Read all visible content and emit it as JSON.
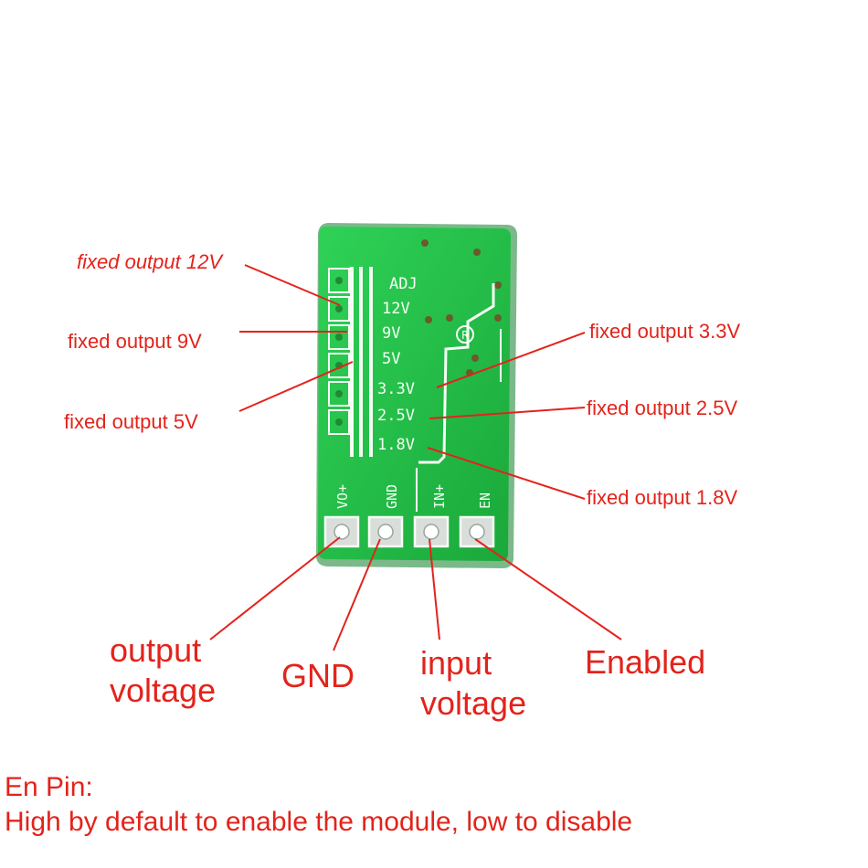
{
  "board": {
    "silkscreen": {
      "adj": "ADJ",
      "v12": "12V",
      "v9": "9V",
      "v5": "5V",
      "v33": "3.3V",
      "v25": "2.5V",
      "v18": "1.8V",
      "vo": "VO+",
      "gnd": "GND",
      "in": "IN+",
      "en": "EN",
      "reg_mark": "R"
    },
    "colors": {
      "pcb": "#22c24a",
      "pcb_dark": "#159a34",
      "silk": "#f4fff4",
      "pad": "#e8e8e8",
      "annotation": "#e3231b"
    }
  },
  "annotations": {
    "fixed_12v": "fixed output 12V",
    "fixed_9v": "fixed output 9V",
    "fixed_5v": "fixed output 5V",
    "fixed_33v": "fixed output 3.3V",
    "fixed_25v": "fixed output 2.5V",
    "fixed_18v": "fixed output 1.8V",
    "output_voltage_line1": "output",
    "output_voltage_line2": "voltage",
    "gnd": "GND",
    "input_voltage_line1": "input",
    "input_voltage_line2": "voltage",
    "enabled": "Enabled"
  },
  "note": {
    "line1": "En Pin:",
    "line2": "High by default to enable the module, low to disable"
  }
}
